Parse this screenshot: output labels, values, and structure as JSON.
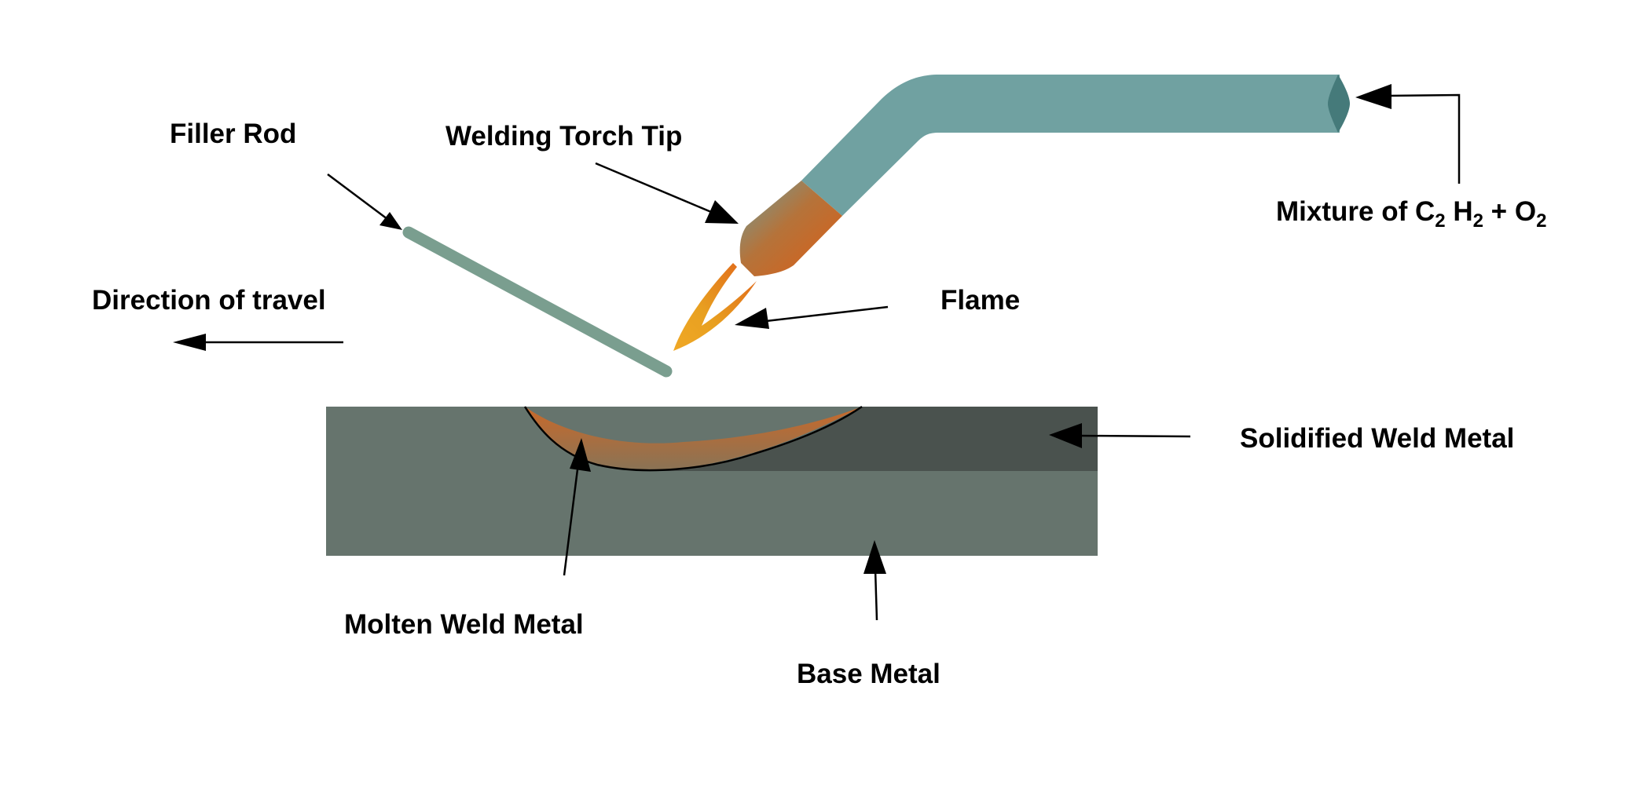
{
  "labels": {
    "filler_rod": "Filler Rod",
    "torch_tip": "Welding Torch Tip",
    "direction": "Direction of travel",
    "flame": "Flame",
    "solidified": "Solidified Weld Metal",
    "molten": "Molten Weld Metal",
    "base": "Base Metal",
    "mixture": {
      "prefix": "Mixture of C",
      "sub1": "2",
      "mid1": " H",
      "sub2": "2",
      "mid2": " + O",
      "sub3": "2"
    }
  },
  "colors": {
    "torch_body": "#70a1a1",
    "torch_end": "#457a7a",
    "tip_orange": "#dc5d14",
    "flame": "#e8a020",
    "filler_rod": "#7a9e8f",
    "base_metal": "#66746d",
    "solidified_metal": "#4a524e",
    "molten_top": "#c2692b",
    "molten_bottom": "#8a7250"
  }
}
